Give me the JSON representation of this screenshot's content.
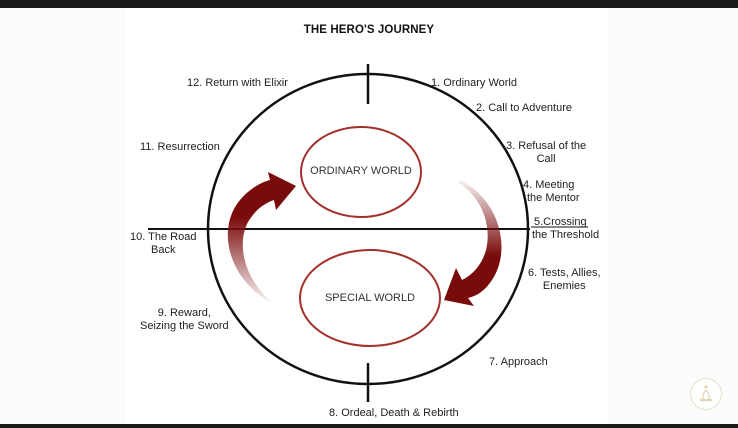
{
  "title": "THE HERO'S JOURNEY",
  "worlds": {
    "ordinary": "ORDINARY WORLD",
    "special": "SPECIAL WORLD"
  },
  "stages": [
    {
      "num": 1,
      "label": "1.  Ordinary World"
    },
    {
      "num": 2,
      "label": "2. Call to Adventure"
    },
    {
      "num": 3,
      "line1": "3. Refusal of the",
      "line2": "Call"
    },
    {
      "num": 4,
      "line1": "4. Meeting",
      "line2": "the Mentor"
    },
    {
      "num": 5,
      "line1": "5.Crossing",
      "line2": "the Threshold"
    },
    {
      "num": 6,
      "line1": "6. Tests, Allies,",
      "line2": "Enemies"
    },
    {
      "num": 7,
      "label": "7. Approach"
    },
    {
      "num": 8,
      "label": "8. Ordeal, Death & Rebirth"
    },
    {
      "num": 9,
      "line1": "9. Reward,",
      "line2": "Seizing the Sword"
    },
    {
      "num": 10,
      "line1": "10. The Road",
      "line2": "Back"
    },
    {
      "num": 11,
      "label": "11. Resurrection"
    },
    {
      "num": 12,
      "label": "12. Return with Elixir"
    }
  ],
  "colors": {
    "circle": "#111111",
    "oval": "#a3302a",
    "arrow": "#7a0b0b"
  },
  "logo_icon": "meditation-figure-icon"
}
